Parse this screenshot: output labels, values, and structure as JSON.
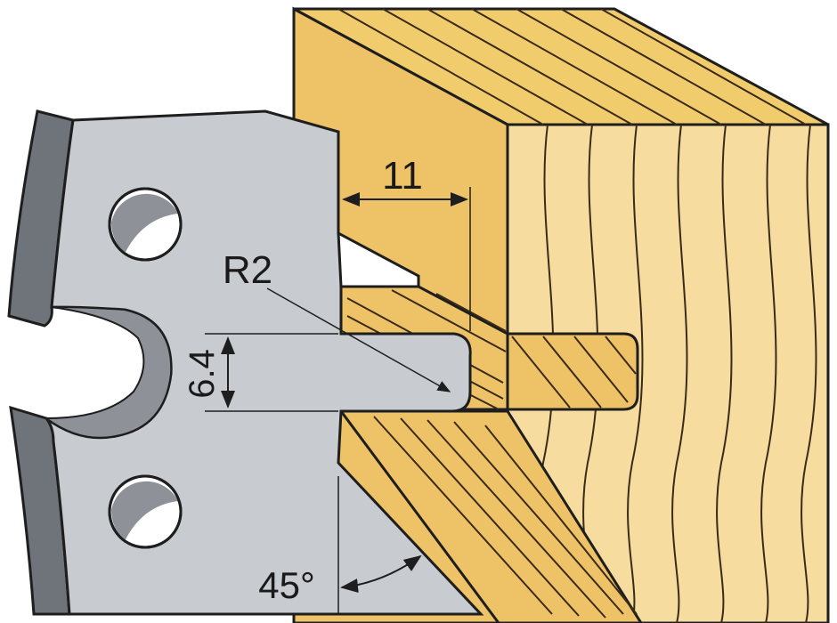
{
  "labels": {
    "width": "11",
    "radius": "R2",
    "height": "6.4",
    "angle": "45°"
  },
  "colors": {
    "wood_face": "#f6dc9e",
    "wood_top": "#f1cc6d",
    "wood_side": "#eec267",
    "wood_grain": "#3a2a1a",
    "blade_face": "#c8cbd0",
    "blade_edge": "#6f737a",
    "blade_hole": "#8e9298",
    "outline": "#1e1e1e"
  }
}
